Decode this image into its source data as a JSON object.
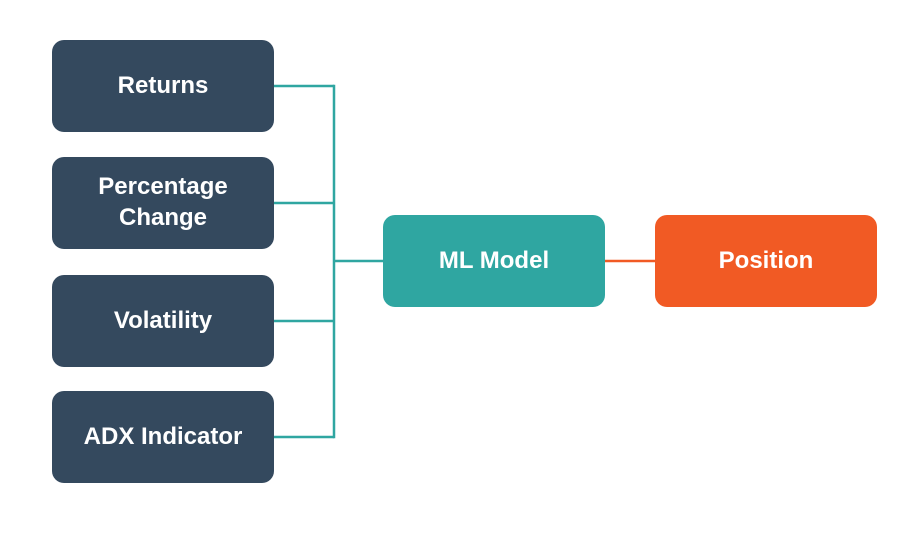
{
  "diagram": {
    "features": [
      {
        "label": "Returns"
      },
      {
        "label": "Percentage\nChange"
      },
      {
        "label": "Volatility"
      },
      {
        "label": "ADX Indicator"
      }
    ],
    "model": {
      "label": "ML Model"
    },
    "output": {
      "label": "Position"
    }
  },
  "colors": {
    "feature_box": "#34495e",
    "model_box": "#2fa6a1",
    "output_box": "#f15a24",
    "feature_connector": "#2fa6a1",
    "output_connector": "#f15a24"
  }
}
